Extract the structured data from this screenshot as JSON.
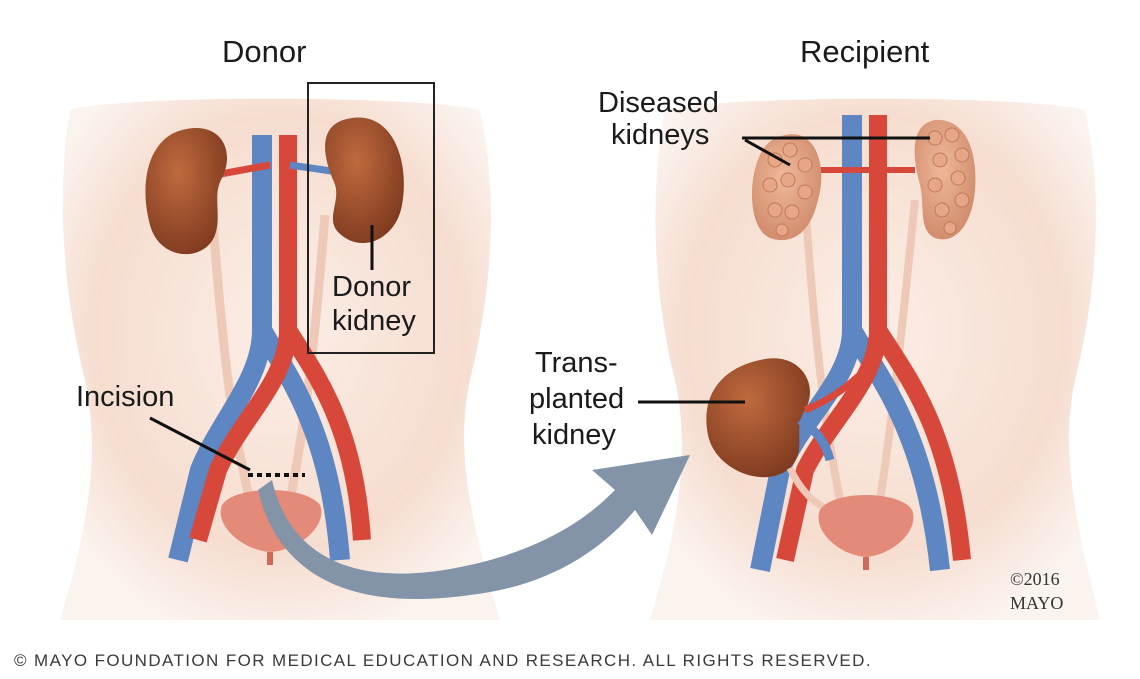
{
  "labels": {
    "donor": "Donor",
    "recipient": "Recipient",
    "diseased_kidneys": [
      "Diseased",
      "kidneys"
    ],
    "donor_kidney": [
      "Donor",
      "kidney"
    ],
    "incision": "Incision",
    "transplanted_kidney": [
      "Trans-",
      "planted",
      "kidney"
    ]
  },
  "copyright_mark": [
    "©2016",
    "MAYO"
  ],
  "footer": "© MAYO FOUNDATION FOR MEDICAL EDUCATION AND RESEARCH. ALL RIGHTS RESERVED.",
  "colors": {
    "skin": "#f6ddd0",
    "kidney": "#9a4f2c",
    "artery": "#d8483a",
    "vein": "#5e86c2",
    "ureter": "#efc9b8",
    "bladder": "#e38a78",
    "arrow": "#8494a8"
  }
}
